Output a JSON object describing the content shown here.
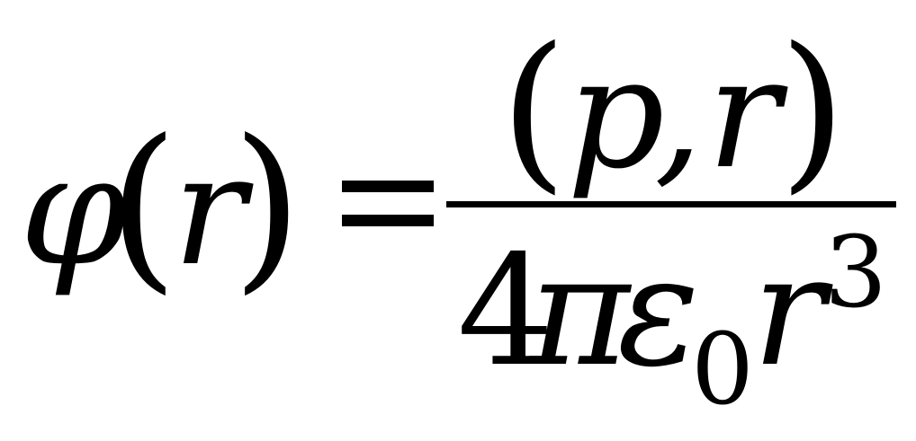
{
  "formula": {
    "lhs": {
      "function": "φ",
      "open_paren": "(",
      "argument": "r",
      "close_paren": ")"
    },
    "equals": "=",
    "numerator": {
      "open_paren": "(",
      "p": "p",
      "comma": ",",
      "r": "r",
      "close_paren": ")"
    },
    "denominator": {
      "coefficient": "4",
      "pi": "π",
      "epsilon": "ε",
      "subscript": "0",
      "r": "r",
      "exponent": "3"
    }
  }
}
